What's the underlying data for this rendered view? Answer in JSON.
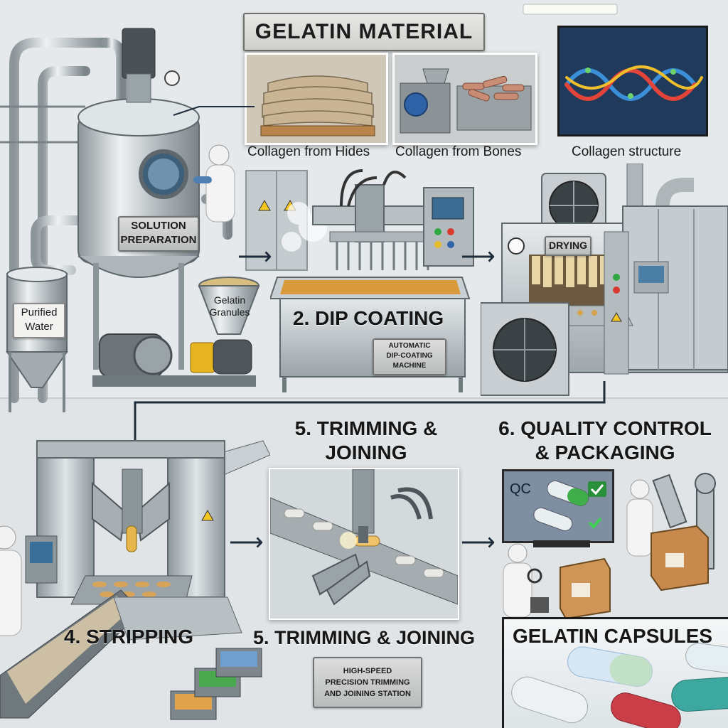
{
  "title": "GELATIN MATERIAL",
  "captions": {
    "hides": "Collagen from Hides",
    "bones": "Collagen from Bones",
    "structure": "Collagen structure"
  },
  "labels": {
    "solution_preparation_1": "SOLUTION",
    "solution_preparation_2": "PREPARATION",
    "purified_water_1": "Purified",
    "purified_water_2": "Water",
    "gelatin_granules_1": "Gelatin",
    "gelatin_granules_2": "Granules",
    "drying": "DRYING",
    "machine_1": "AUTOMATIC",
    "machine_2": "DIP-COATING",
    "machine_3": "MACHINE",
    "station_1": "HIGH-SPEED",
    "station_2": "PRECISION TRIMMING",
    "station_3": "AND JOINING STATION",
    "qc": "QC"
  },
  "steps": {
    "dip_coating": "2. DIP COATING",
    "trimming_top_1": "5. TRIMMING &",
    "trimming_top_2": "JOINING",
    "quality_1": "6. QUALITY CONTROL",
    "quality_2": "& PACKAGING",
    "stripping": "4. STRIPPING",
    "trimming_bottom": "5. TRIMMING & JOINING",
    "capsules": "GELATIN CAPSULES"
  },
  "colors": {
    "steel": "#b9c0c4",
    "dark_steel": "#6f7a80",
    "gelatin": "#d99a3c",
    "arrow": "#1e2b3a",
    "capsule_green": "#3fae4a",
    "capsule_red": "#c8303a",
    "capsule_teal": "#2fa39a",
    "capsule_blue": "#8fb3d6"
  }
}
